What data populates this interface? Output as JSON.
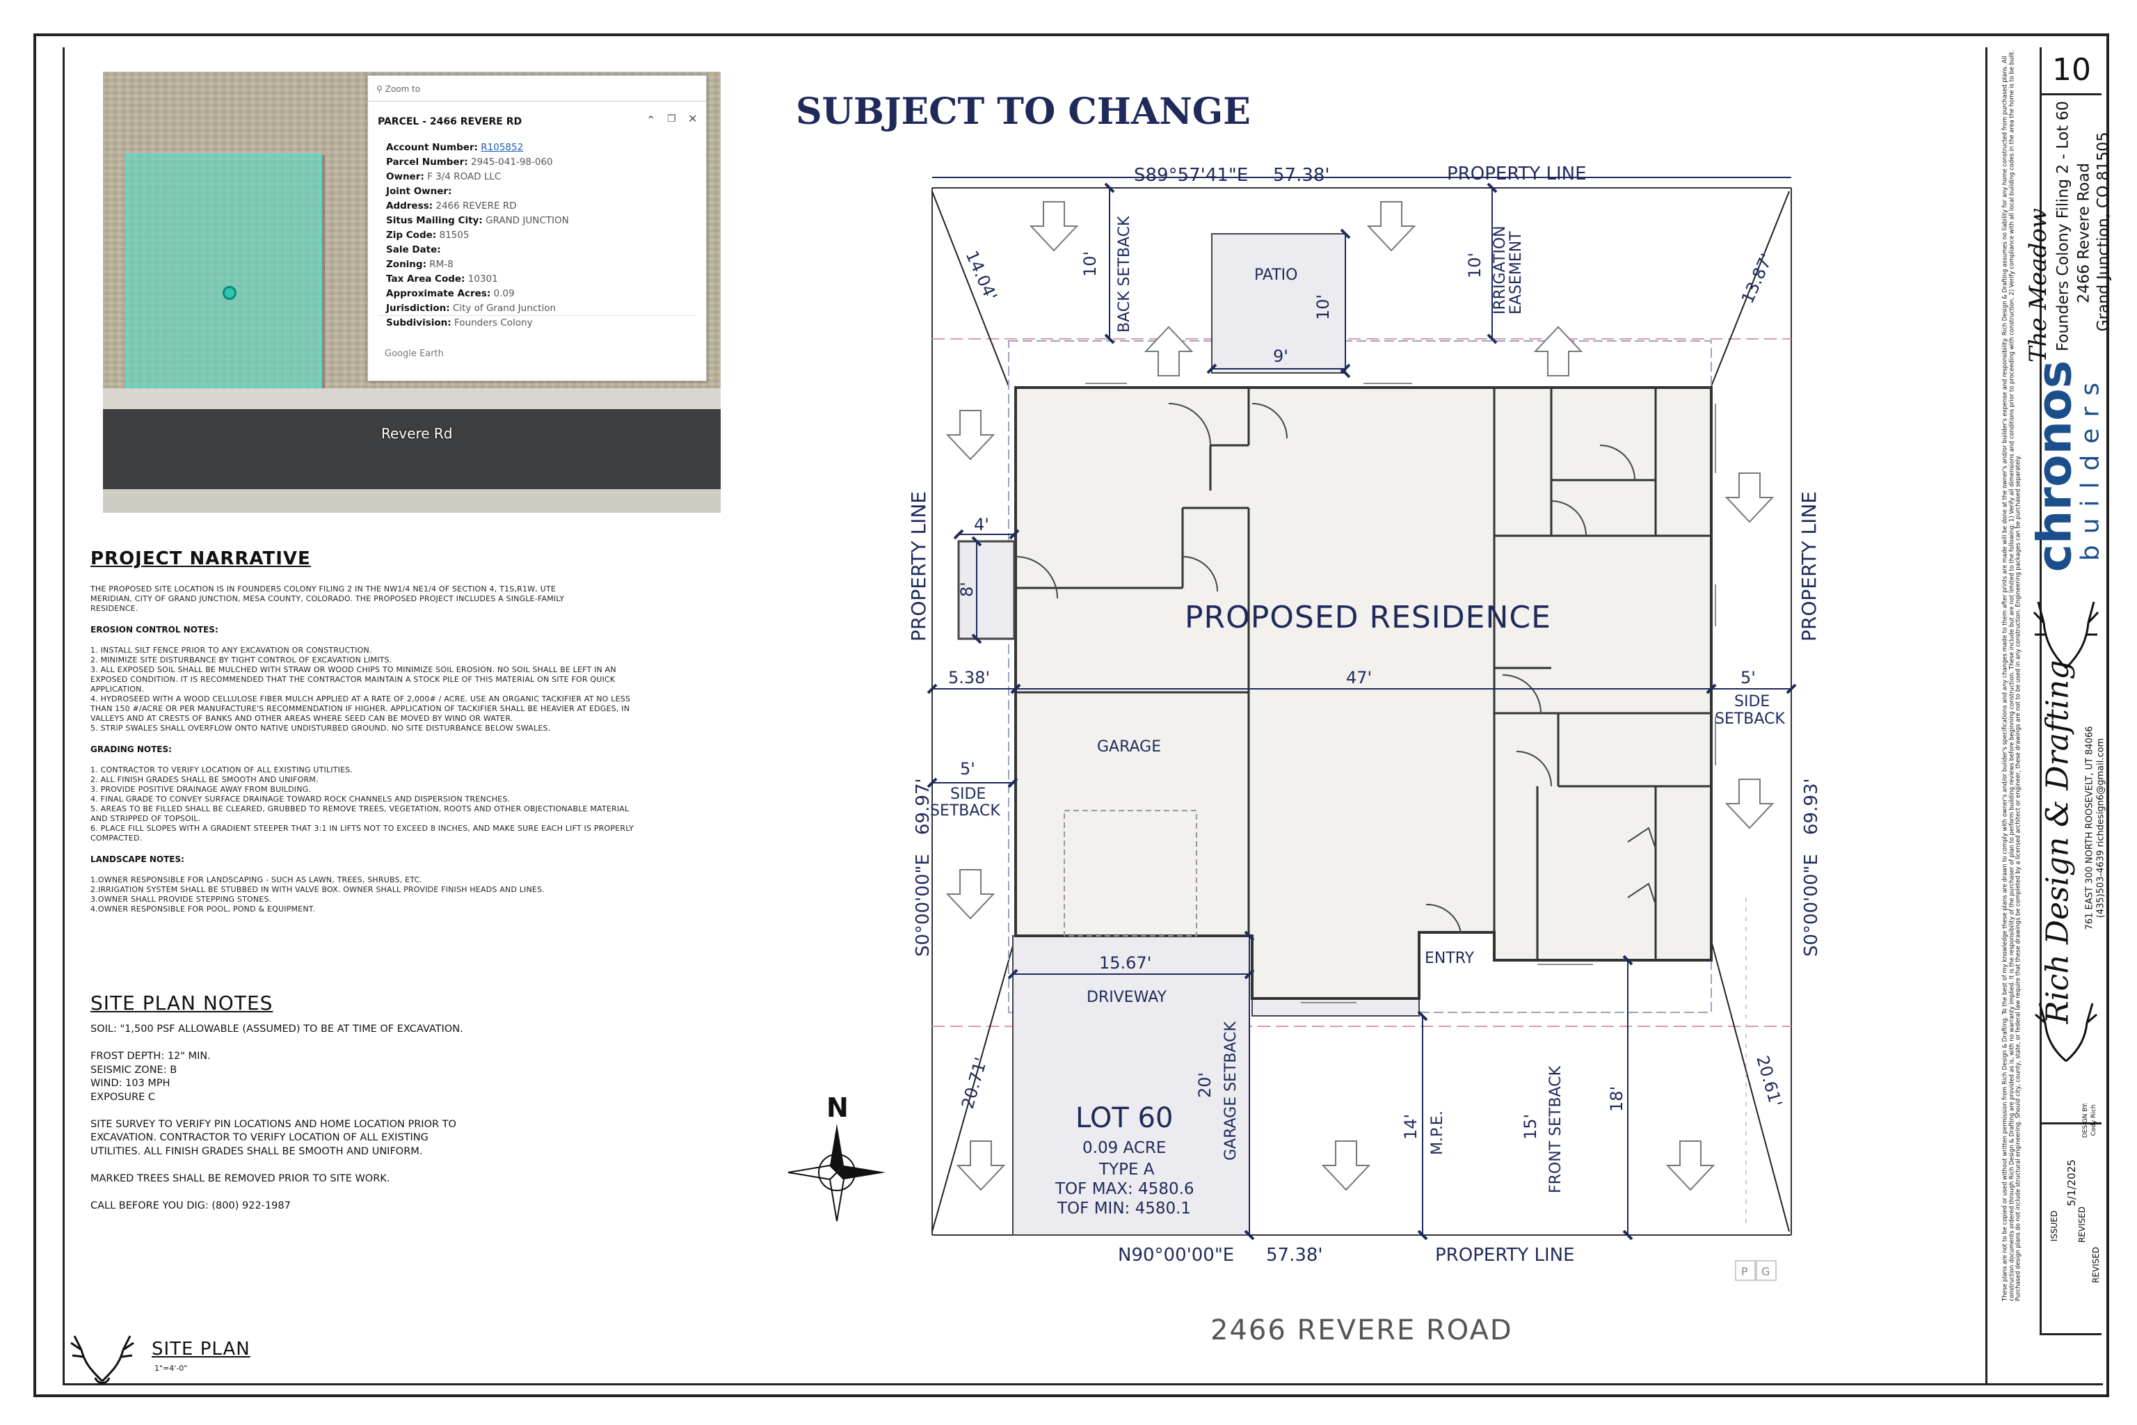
{
  "header": {
    "status": "SUBJECT TO CHANGE"
  },
  "aerial": {
    "road_label": "Revere Rd",
    "popup": {
      "zoom_link": "Zoom to",
      "title": "PARCEL - 2466 REVERE RD",
      "fields": [
        {
          "label": "Account Number:",
          "value": "R105852"
        },
        {
          "label": "Parcel Number:",
          "value": "2945-041-98-060"
        },
        {
          "label": "Owner:",
          "value": "F 3/4 ROAD LLC"
        },
        {
          "label": "Joint Owner:",
          "value": ""
        },
        {
          "label": "Address:",
          "value": "2466 REVERE RD"
        },
        {
          "label": "Situs Mailing City:",
          "value": "GRAND JUNCTION"
        },
        {
          "label": "Zip Code:",
          "value": "81505"
        },
        {
          "label": "Sale Date:",
          "value": ""
        },
        {
          "label": "Zoning:",
          "value": "RM-8"
        },
        {
          "label": "Tax Area Code:",
          "value": "10301"
        },
        {
          "label": "Approximate Acres:",
          "value": "0.09"
        },
        {
          "label": "Jurisdiction:",
          "value": "City of Grand Junction"
        },
        {
          "label": "Subdivision:",
          "value": "Founders Colony"
        }
      ],
      "footer": "Google Earth"
    }
  },
  "narrative": {
    "title": "PROJECT NARRATIVE",
    "body": "THE PROPOSED SITE LOCATION IS IN FOUNDERS COLONY FILING 2 IN THE NW1/4 NE1/4 OF SECTION 4, T1S,R1W, UTE MERIDIAN, CITY OF GRAND JUNCTION, MESA COUNTY, COLORADO. THE PROPOSED PROJECT INCLUDES A SINGLE-FAMILY RESIDENCE.",
    "sections": [
      {
        "title": "EROSION CONTROL NOTES:",
        "items": [
          "1. INSTALL SILT FENCE PRIOR TO ANY EXCAVATION OR CONSTRUCTION.",
          "2. MINIMIZE SITE DISTURBANCE BY TIGHT CONTROL OF EXCAVATION LIMITS.",
          "3. ALL EXPOSED SOIL SHALL BE MULCHED WITH STRAW OR WOOD CHIPS TO MINIMIZE SOIL EROSION. NO SOIL SHALL BE LEFT IN AN EXPOSED CONDITION. IT IS RECOMMENDED THAT THE CONTRACTOR MAINTAIN A STOCK PILE OF THIS MATERIAL ON SITE FOR QUICK APPLICATION.",
          "4. HYDROSEED WITH A WOOD CELLULOSE FIBER MULCH APPLIED AT A RATE OF 2,000# / ACRE. USE AN ORGANIC TACKIFIER AT NO LESS THAN 150 #/ACRE OR PER MANUFACTURE'S RECOMMENDATION IF HIGHER. APPLICATION OF TACKIFIER SHALL BE HEAVIER AT EDGES, IN VALLEYS AND AT CRESTS OF BANKS AND OTHER AREAS WHERE SEED CAN BE MOVED BY WIND OR WATER.",
          "5. STRIP SWALES SHALL OVERFLOW ONTO NATIVE UNDISTURBED GROUND. NO SITE DISTURBANCE BELOW SWALES."
        ]
      },
      {
        "title": "GRADING NOTES:",
        "items": [
          "1. CONTRACTOR TO VERIFY LOCATION OF ALL EXISTING UTILITIES.",
          "2. ALL FINISH GRADES SHALL BE SMOOTH AND UNIFORM.",
          "3. PROVIDE POSITIVE DRAINAGE AWAY FROM BUILDING.",
          "4. FINAL GRADE TO CONVEY SURFACE DRAINAGE TOWARD ROCK CHANNELS AND DISPERSION TRENCHES.",
          "5. AREAS TO BE FILLED SHALL BE CLEARED, GRUBBED TO REMOVE TREES, VEGETATION, ROOTS AND OTHER OBJECTIONABLE MATERIAL AND STRIPPED OF TOPSOIL.",
          "6. PLACE FILL SLOPES WITH A GRADIENT STEEPER THAT 3:1 IN LIFTS NOT TO EXCEED 8 INCHES, AND MAKE SURE EACH LIFT IS PROPERLY COMPACTED."
        ]
      },
      {
        "title": "LANDSCAPE NOTES:",
        "items": [
          "1.OWNER RESPONSIBLE FOR LANDSCAPING - SUCH AS LAWN, TREES, SHRUBS, ETC.",
          "2.IRRIGATION SYSTEM SHALL BE STUBBED IN WITH VALVE BOX. OWNER SHALL PROVIDE FINISH HEADS AND LINES.",
          "3.OWNER SHALL PROVIDE STEPPING STONES.",
          "4.OWNER RESPONSIBLE FOR POOL, POND & EQUIPMENT."
        ]
      }
    ]
  },
  "site_notes": {
    "title": "SITE PLAN NOTES",
    "lines": [
      "SOIL: \"1,500 PSF ALLOWABLE (ASSUMED) TO BE AT TIME OF EXCAVATION.",
      "",
      "FROST DEPTH: 12\" MIN.",
      "SEISMIC ZONE: B",
      "WIND: 103 MPH",
      "EXPOSURE C",
      "",
      "SITE SURVEY TO VERIFY PIN LOCATIONS AND HOME LOCATION PRIOR TO",
      "EXCAVATION. CONTRACTOR TO VERIFY LOCATION OF ALL EXISTING",
      "UTILITIES. ALL FINISH GRADES SHALL BE SMOOTH AND UNIFORM.",
      "",
      "MARKED TREES SHALL BE REMOVED PRIOR TO SITE WORK.",
      "",
      "CALL BEFORE YOU DIG: (800) 922-1987"
    ]
  },
  "plan_title": {
    "title": "SITE PLAN",
    "scale": "1\"=4'-0\""
  },
  "plan": {
    "north": "N",
    "address": "2466 REVERE ROAD",
    "residence": "PROPOSED RESIDENCE",
    "rooms": {
      "patio": "PATIO",
      "garage": "GARAGE",
      "entry": "ENTRY",
      "driveway": "DRIVEWAY"
    },
    "lot": {
      "name": "LOT 60",
      "acres": "0.09 ACRE",
      "type": "TYPE A",
      "tof_max": "TOF MAX: 4580.6",
      "tof_min": "TOF MIN:  4580.1"
    },
    "property_line": "PROPERTY LINE",
    "top_bearing": "S89°57'41\"E",
    "bottom_bearing": "N90°00'00\"E",
    "left_bearing": "S0°00'00\"E",
    "right_bearing": "S0°00'00\"E",
    "frontage": "57.38'",
    "left_depth": "69.97'",
    "right_depth": "69.93'",
    "back_setback": "BACK SETBACK",
    "irrigation": [
      "IRRIGATION",
      "EASEMENT"
    ],
    "side_setback": [
      "SIDE",
      "SETBACK"
    ],
    "garage_setback": "GARAGE SETBACK",
    "front_setback": "FRONT SETBACK",
    "mpe": "M.P.E.",
    "dims": {
      "back": "10'",
      "irr": "10'",
      "patio_w": "9'",
      "patio_d": "10'",
      "diag_tl": "14.04'",
      "diag_tr": "13.87'",
      "diag_bl": "20.71'",
      "diag_br": "20.61'",
      "bump_w": "4'",
      "bump_h": "8'",
      "left": "5.38'",
      "house_w": "47'",
      "side_r": "5'",
      "side_l": "5'",
      "drive_w": "15.67'",
      "garage_sb": "20'",
      "mpe": "14'",
      "front": "15'",
      "eighteen": "18'"
    },
    "markers": [
      "P",
      "G"
    ]
  },
  "title_block": {
    "sheet": "10",
    "project": "The Meadow",
    "subtitle": "Founders Colony Filing 2 - Lot 60",
    "street": "2466 Revere Road",
    "city": "Grand Junction, CO 81505",
    "builder_brand": "chronos",
    "builder_word": "builders",
    "designer": "Rich Design & Drafting",
    "designer_addr": "761 EAST 300 NORTH ROOSEVELT, UT 84066",
    "designer_contact": "(435)503-4639 richdesign6@gmail.com",
    "issued_label": "ISSUED",
    "issued_date": "5/1/2025",
    "design_by_label": "DESIGN BY:",
    "design_by": "Cody Rich",
    "revised_label": "REVISED",
    "disclaimer": "These plans are not to be copied or used without written permission from Rich Design & Drafting. To the best of my knowledge these plans are drawn to comply with owner's and/or builder's specifications and any changes made to them after prints are made will be done at the owner's and/or builder's expense and responsibility. Rich Design & Drafting assumes no liability for any home constructed from purchased plans. All construction documents ordered through Rich Design & Drafting are provided as is, with no warranty implied. It is the responsibility of the purchaser of plan to perform building reviews before beginning construction. These include but are not limited to the following: 1) Verify all dimensions and conditions prior to proceeding with construction. 2) Verify compliance with all local building codes in the area the home is to be built. Purchased design plans do not include structural engineering. Should city, county, state, or federal law require that these drawings be completed by a licensed architect or engineer, these drawings are not to be used in any construction. Engineering packages can be purchased separately."
  }
}
